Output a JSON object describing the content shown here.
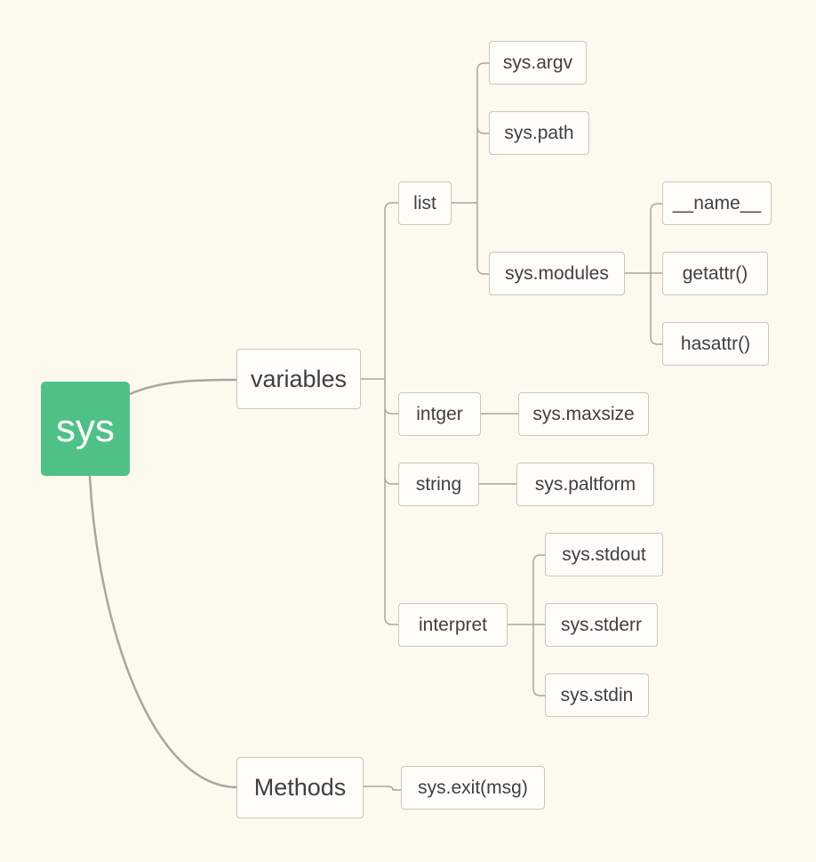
{
  "root": {
    "label": "sys"
  },
  "variables": {
    "label": "variables",
    "list": {
      "label": "list",
      "argv": "sys.argv",
      "path": "sys.path",
      "modules": {
        "label": "sys.modules",
        "name": "__name__",
        "getattr": "getattr()",
        "hasattr": "hasattr()"
      }
    },
    "intger": {
      "label": "intger",
      "maxsize": "sys.maxsize"
    },
    "string": {
      "label": "string",
      "platform": "sys.paltform"
    },
    "interpret": {
      "label": "interpret",
      "stdout": "sys.stdout",
      "stderr": "sys.stderr",
      "stdin": "sys.stdin"
    }
  },
  "methods": {
    "label": "Methods",
    "exit": "sys.exit(msg)"
  },
  "colors": {
    "background": "#fdf9ee",
    "root_fill": "#4fc187",
    "connector": "#a9a69f",
    "node_border": "#c9c6bf"
  }
}
